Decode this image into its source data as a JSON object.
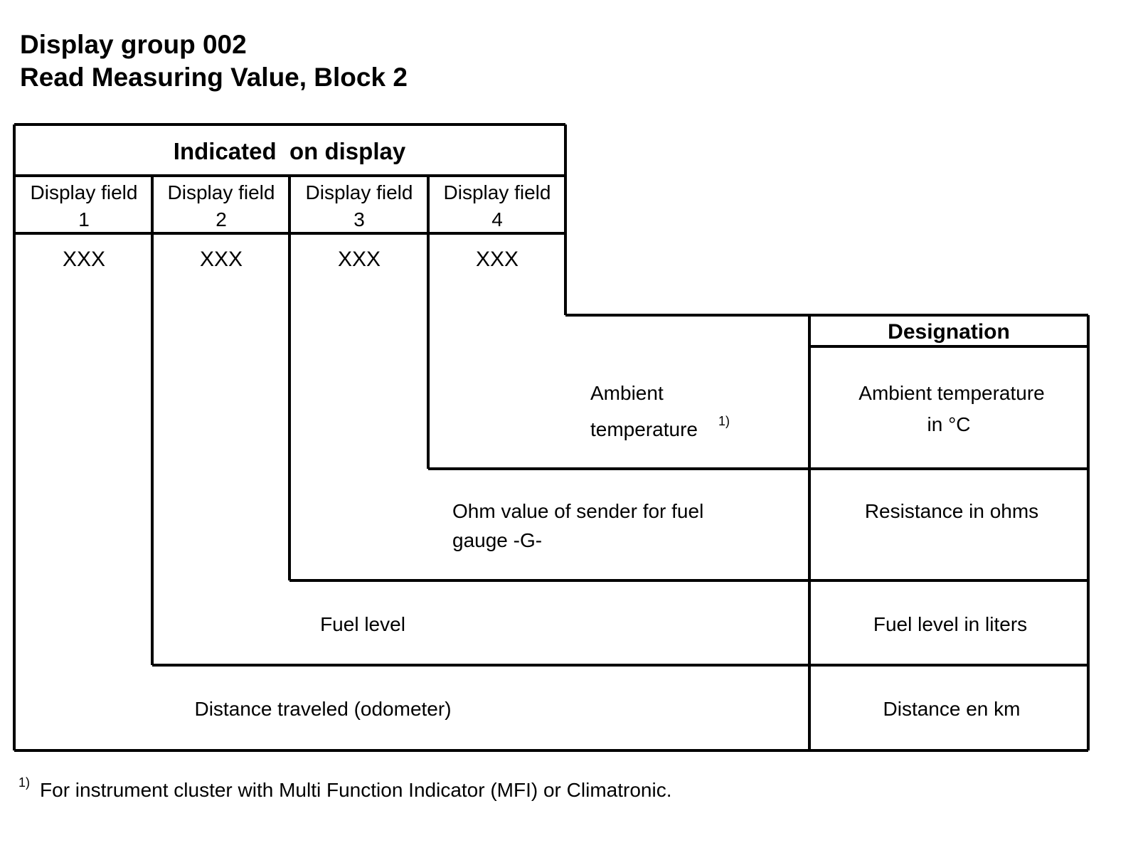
{
  "header": {
    "line1": "Display group 002",
    "line2": "Read Measuring Value, Block 2"
  },
  "table": {
    "indicated_header": "Indicated  on display",
    "display_field_label": "Display field",
    "fields": [
      {
        "number": "1",
        "value": "XXX"
      },
      {
        "number": "2",
        "value": "XXX"
      },
      {
        "number": "3",
        "value": "XXX"
      },
      {
        "number": "4",
        "value": "XXX"
      }
    ],
    "designation_header": "Designation",
    "rows": [
      {
        "description_lines": [
          "Ambient",
          "temperature"
        ],
        "footnote_ref": "1)",
        "designation_lines": [
          "Ambient temperature",
          "in °C"
        ]
      },
      {
        "description_lines": [
          "Ohm value of sender for fuel",
          "gauge -G-"
        ],
        "designation_lines": [
          "Resistance in ohms"
        ]
      },
      {
        "description_lines": [
          "Fuel level"
        ],
        "designation_lines": [
          "Fuel level in liters"
        ]
      },
      {
        "description_lines": [
          "Distance traveled (odometer)"
        ],
        "designation_lines": [
          "Distance en km"
        ]
      }
    ]
  },
  "footnote": {
    "marker": "1)",
    "text": "For instrument cluster with Multi Function Indicator (MFI) or Climatronic."
  }
}
